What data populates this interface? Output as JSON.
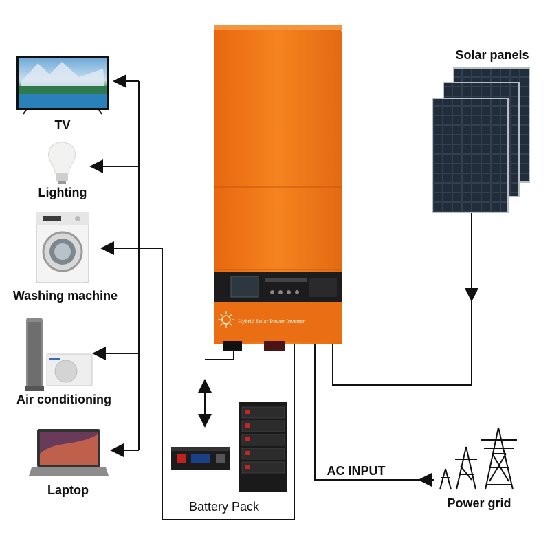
{
  "labels": {
    "tv": "TV",
    "lighting": "Lighting",
    "washing_machine": "Washing machine",
    "air_conditioning": "Air conditioning",
    "laptop": "Laptop",
    "solar_panels": "Solar panels",
    "battery_pack": "Battery Pack",
    "ac_input": "AC INPUT",
    "power_grid": "Power grid",
    "inverter_name": "Hybrid Solar Power Inverter"
  },
  "colors": {
    "inverter_body": "#f07a1c",
    "inverter_dark": "#d45f0c",
    "panel_face": "#1c2430",
    "line": "#111111"
  },
  "icons": {
    "sun_logo": "sun-icon",
    "arrow": "arrow-icon"
  }
}
